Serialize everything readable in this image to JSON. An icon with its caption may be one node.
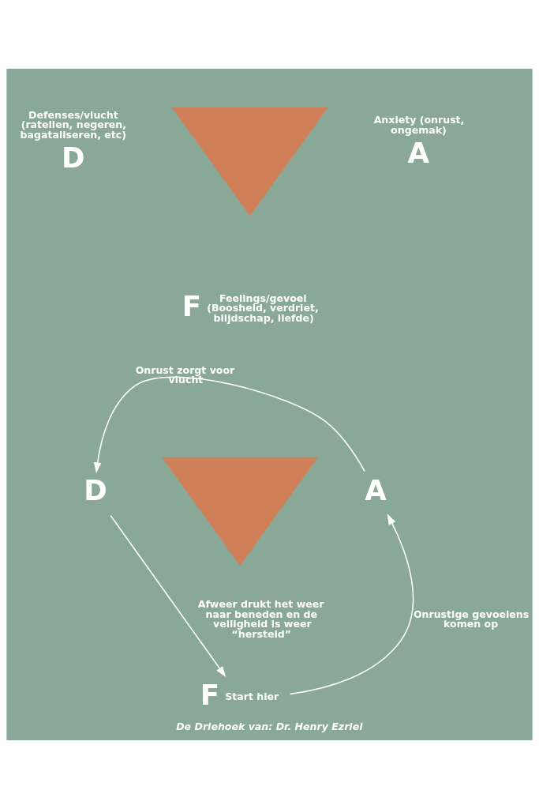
{
  "diagram": {
    "caption": "De Driehoek van: Dr. Henry Ezriel",
    "nodes": [
      {
        "text": [
          "D"
        ],
        "beside": [
          "Defenses/vlucht (ratellen, negeren, bagataliseren, etc)"
        ]
      },
      {
        "text": [],
        "shape": "triangle"
      },
      {
        "text": [
          "A"
        ],
        "beside": [
          "Anxiety (onrust, ongemak)"
        ]
      },
      {
        "text": [
          "F"
        ],
        "beside": [
          "Feelings/gevoel (Boosheid, verdriet, blijdschap, liefde)"
        ]
      },
      {
        "text": [
          "D"
        ]
      },
      {
        "text": [],
        "shape": "triangle"
      },
      {
        "text": [
          "A"
        ]
      },
      {
        "text": [
          "F"
        ],
        "beside": [
          "Start hier"
        ]
      }
    ],
    "edges": [
      {
        "from": 6,
        "to": 4,
        "arrow": "to",
        "label": "Onrust zorgt voor vlucht"
      },
      {
        "from": 4,
        "to": 7,
        "arrow": "to",
        "label": "Afweer drukt het weer naar beneden en de veiligheid is weer “hersteld”"
      },
      {
        "from": 7,
        "to": 6,
        "arrow": "to",
        "label": "Onrustige gevoelens komen op"
      }
    ]
  }
}
